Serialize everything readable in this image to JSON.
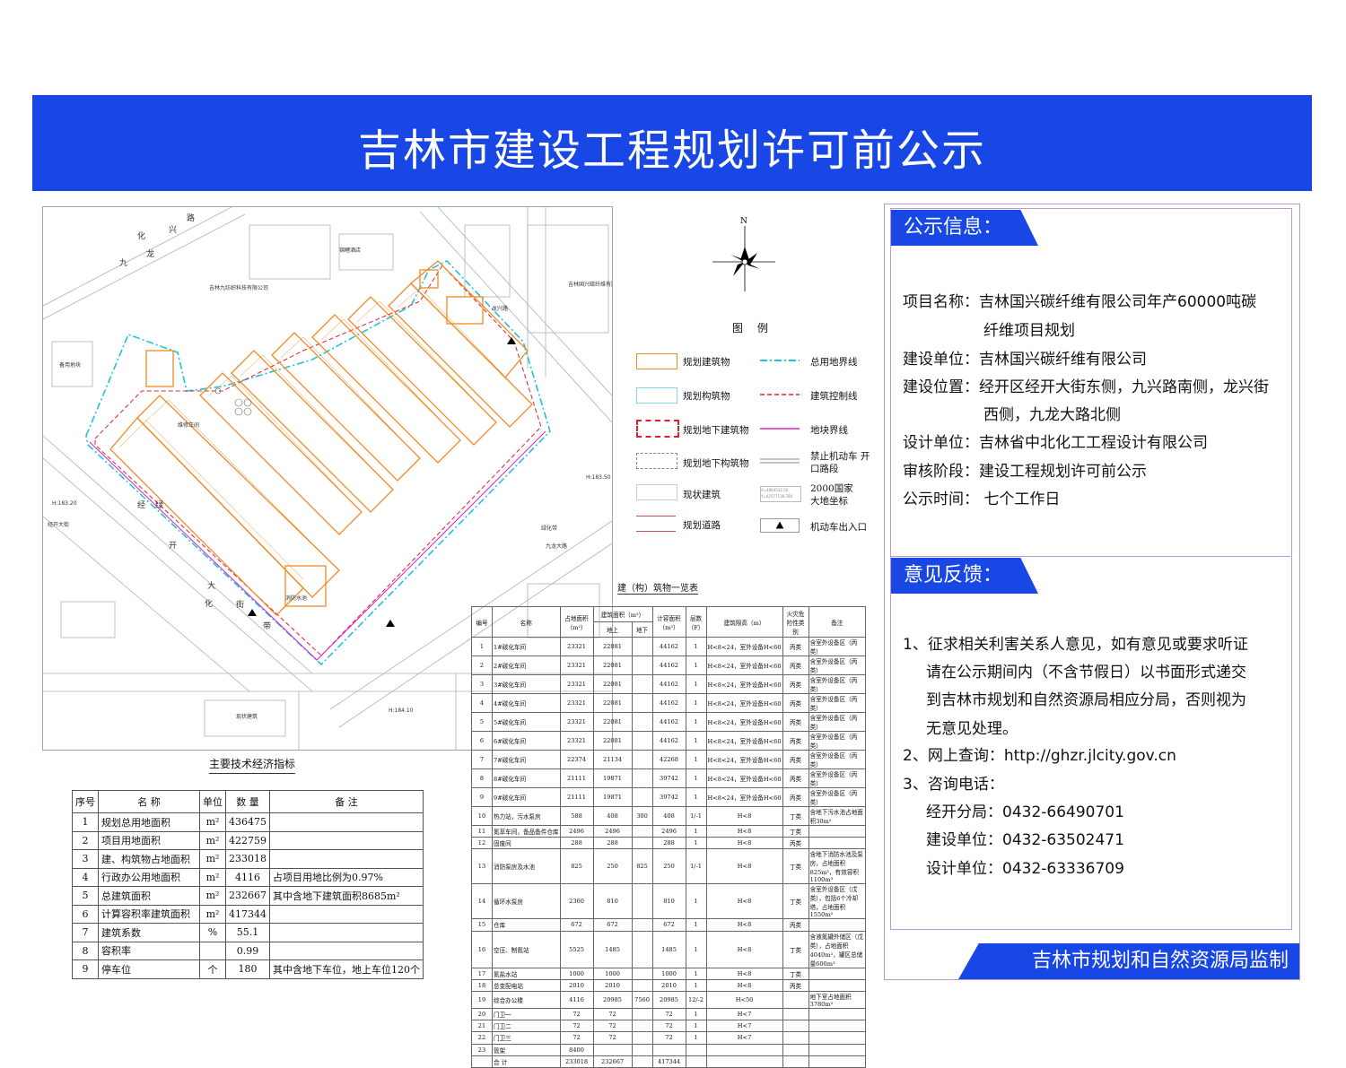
{
  "banner": {
    "title": "吉林市建设工程规划许可前公示"
  },
  "plan": {
    "roads": [
      "路",
      "兴",
      "化",
      "龙",
      "九",
      "经",
      "开",
      "大",
      "街",
      "带",
      "化",
      "绿"
    ],
    "labels": [
      "吉林九纺织科技有限公司",
      "锦鲤酒店",
      "吉林国兴碳纤维有限公司",
      "备用地块",
      "维修车间",
      "消防水池",
      "龙兴路",
      "经开大街",
      "九龙大路",
      "H:183.50",
      "H:183.20",
      "H:184.10",
      "绿化带",
      "现状建筑"
    ]
  },
  "legend": {
    "north": "N",
    "title": "图 例",
    "items": [
      {
        "label": "规划建筑物"
      },
      {
        "label": "规划构筑物"
      },
      {
        "label": "规划地下建筑物"
      },
      {
        "label": "规划地下构筑物"
      },
      {
        "label": "现状建筑"
      },
      {
        "label": "规划道路"
      },
      {
        "label": "总用地界线"
      },
      {
        "label": "建筑控制线"
      },
      {
        "label": "地块界线"
      },
      {
        "label": "禁止机动车 开口路段"
      },
      {
        "label": "2000国家 大地坐标"
      },
      {
        "label": "机动车出入口"
      }
    ],
    "coord_sample": "X=4864512.50 Y=42577136.780"
  },
  "info": {
    "tag": "公示信息：",
    "lines": [
      "项目名称：吉林国兴碳纤维有限公司年产60000吨碳",
      "纤维项目规划",
      "建设单位：吉林国兴碳纤维有限公司",
      "建设位置：经开区经开大街东侧，九兴路南侧，龙兴街",
      "西侧，九龙大路北侧",
      "设计单位：吉林省中北化工工程设计有限公司",
      "审核阶段：建设工程规划许可前公示",
      "公示时间： 七个工作日"
    ]
  },
  "feedback": {
    "tag": "意见反馈：",
    "lines": [
      "1、征求相关利害关系人意见，如有意见或要求听证",
      "请在公示期间内（不含节假日）以书面形式递交",
      "到吉林市规划和自然资源局相应分局，否则视为",
      "无意见处理。",
      "2、网上查询：http://ghzr.jlcity.gov.cn",
      "3、咨询电话：",
      "经开分局：0432-66490701",
      "建设单位：0432-63502471",
      "设计单位：0432-63336709"
    ]
  },
  "supervise": "吉林市规划和自然资源局监制",
  "econ": {
    "title": "主要技术经济指标",
    "headers": [
      "序号",
      "名 称",
      "单位",
      "数 量",
      "备 注"
    ],
    "rows": [
      [
        "1",
        "规划总用地面积",
        "m²",
        "436475",
        ""
      ],
      [
        "2",
        "项目用地面积",
        "m²",
        "422759",
        ""
      ],
      [
        "3",
        "建、构筑物占地面积",
        "m²",
        "233018",
        ""
      ],
      [
        "4",
        "行政办公用地面积",
        "m²",
        "4116",
        "占项目用地比例为0.97%"
      ],
      [
        "5",
        "总建筑面积",
        "m²",
        "232667",
        "其中含地下建筑面积8685m²"
      ],
      [
        "6",
        "计算容积率建筑面积",
        "m²",
        "417344",
        ""
      ],
      [
        "7",
        "建筑系数",
        "%",
        "55.1",
        ""
      ],
      [
        "8",
        "容积率",
        "",
        "0.99",
        ""
      ],
      [
        "9",
        "停车位",
        "个",
        "180",
        "其中含地下车位，地上车位120个"
      ]
    ]
  },
  "buildings": {
    "title": "建（构）筑物一览表",
    "headers": [
      "编号",
      "名称",
      "占地面积（m²）",
      "建筑面积（m²）",
      "地上",
      "地下",
      "计容面积（m²）",
      "层数（F）",
      "建筑限高（m）",
      "火灾危险性类别",
      "备注"
    ],
    "rows": [
      [
        "1",
        "1#碳化车间",
        "23321",
        "22081",
        "",
        "44162",
        "1",
        "H<8<24，室外设备H<60",
        "丙类",
        "含室外设备区（丙类）"
      ],
      [
        "2",
        "2#碳化车间",
        "23321",
        "22081",
        "",
        "44162",
        "1",
        "H<8<24，室外设备H<60",
        "丙类",
        "含室外设备区（丙类）"
      ],
      [
        "3",
        "3#碳化车间",
        "23321",
        "22081",
        "",
        "44162",
        "1",
        "H<8<24，室外设备H<60",
        "丙类",
        "含室外设备区（丙类）"
      ],
      [
        "4",
        "4#碳化车间",
        "23321",
        "22081",
        "",
        "44162",
        "1",
        "H<8<24，室外设备H<60",
        "丙类",
        "含室外设备区（丙类）"
      ],
      [
        "5",
        "5#碳化车间",
        "23321",
        "22081",
        "",
        "44162",
        "1",
        "H<8<24，室外设备H<60",
        "丙类",
        "含室外设备区（丙类）"
      ],
      [
        "6",
        "6#碳化车间",
        "23321",
        "22081",
        "",
        "44162",
        "1",
        "H<8<24，室外设备H<60",
        "丙类",
        "含室外设备区（丙类）"
      ],
      [
        "7",
        "7#碳化车间",
        "22374",
        "21134",
        "",
        "42268",
        "1",
        "H<8<24，室外设备H<60",
        "丙类",
        "含室外设备区（丙类）"
      ],
      [
        "8",
        "8#碳化车间",
        "21111",
        "19871",
        "",
        "39742",
        "1",
        "H<8<24，室外设备H<60",
        "丙类",
        "含室外设备区（丙类）"
      ],
      [
        "9",
        "9#碳化车间",
        "21111",
        "19871",
        "",
        "39742",
        "1",
        "H<8<24，室外设备H<60",
        "丙类",
        "含室外设备区（丙类）"
      ],
      [
        "10",
        "热力站，污水泵房",
        "588",
        "408",
        "300",
        "408",
        "1/-1",
        "H<8",
        "丁类",
        "含地下污水池占地面积30m²"
      ],
      [
        "11",
        "氮萃车间，备品备件仓库",
        "2496",
        "2496",
        "",
        "2496",
        "1",
        "H<8",
        "丁类",
        ""
      ],
      [
        "12",
        "固废间",
        "288",
        "288",
        "",
        "288",
        "1",
        "H<8",
        "丙类",
        ""
      ],
      [
        "13",
        "消防泵房及水池",
        "825",
        "250",
        "825",
        "250",
        "1/-1",
        "H<8",
        "丁类",
        "含地下消防水池及泵房，占地面积825m²，有效容积1100m³"
      ],
      [
        "14",
        "循环水泵房",
        "2360",
        "810",
        "",
        "810",
        "1",
        "H<8",
        "丁类",
        "含室外设备区（戊类），包括6个冷却塔，占地面积1550m²"
      ],
      [
        "15",
        "仓库",
        "672",
        "672",
        "",
        "672",
        "1",
        "H<8",
        "丙类",
        ""
      ],
      [
        "16",
        "空压、制氮站",
        "5525",
        "1485",
        "",
        "1485",
        "1",
        "H<8",
        "丁类",
        "含液氮罐外储区（戊类），占地面积4040m²，罐区总储量600m³"
      ],
      [
        "17",
        "氮盐水站",
        "1000",
        "1000",
        "",
        "1000",
        "1",
        "H<8",
        "丁类",
        ""
      ],
      [
        "18",
        "总变配电站",
        "2010",
        "2010",
        "",
        "2010",
        "1",
        "H<8",
        "丙类",
        ""
      ],
      [
        "19",
        "综合办公楼",
        "4116",
        "20985",
        "7560",
        "20985",
        "12/-2",
        "H<50",
        "",
        "地下室占地面积3780m²"
      ],
      [
        "20",
        "门卫一",
        "72",
        "72",
        "",
        "72",
        "1",
        "H<7",
        "",
        ""
      ],
      [
        "21",
        "门卫二",
        "72",
        "72",
        "",
        "72",
        "1",
        "H<7",
        "",
        ""
      ],
      [
        "22",
        "门卫三",
        "72",
        "72",
        "",
        "72",
        "1",
        "H<7",
        "",
        ""
      ],
      [
        "23",
        "管架",
        "8400",
        "",
        "",
        "",
        "",
        "",
        "",
        ""
      ],
      [
        "",
        "合 计",
        "233018",
        "232667",
        "",
        "417344",
        "",
        "",
        "",
        ""
      ]
    ]
  },
  "colors": {
    "brand": "#1947e5",
    "building": "#f08a24",
    "boundary": "#22c3d6",
    "control": "#e0202a",
    "plot": "#e020c0"
  }
}
